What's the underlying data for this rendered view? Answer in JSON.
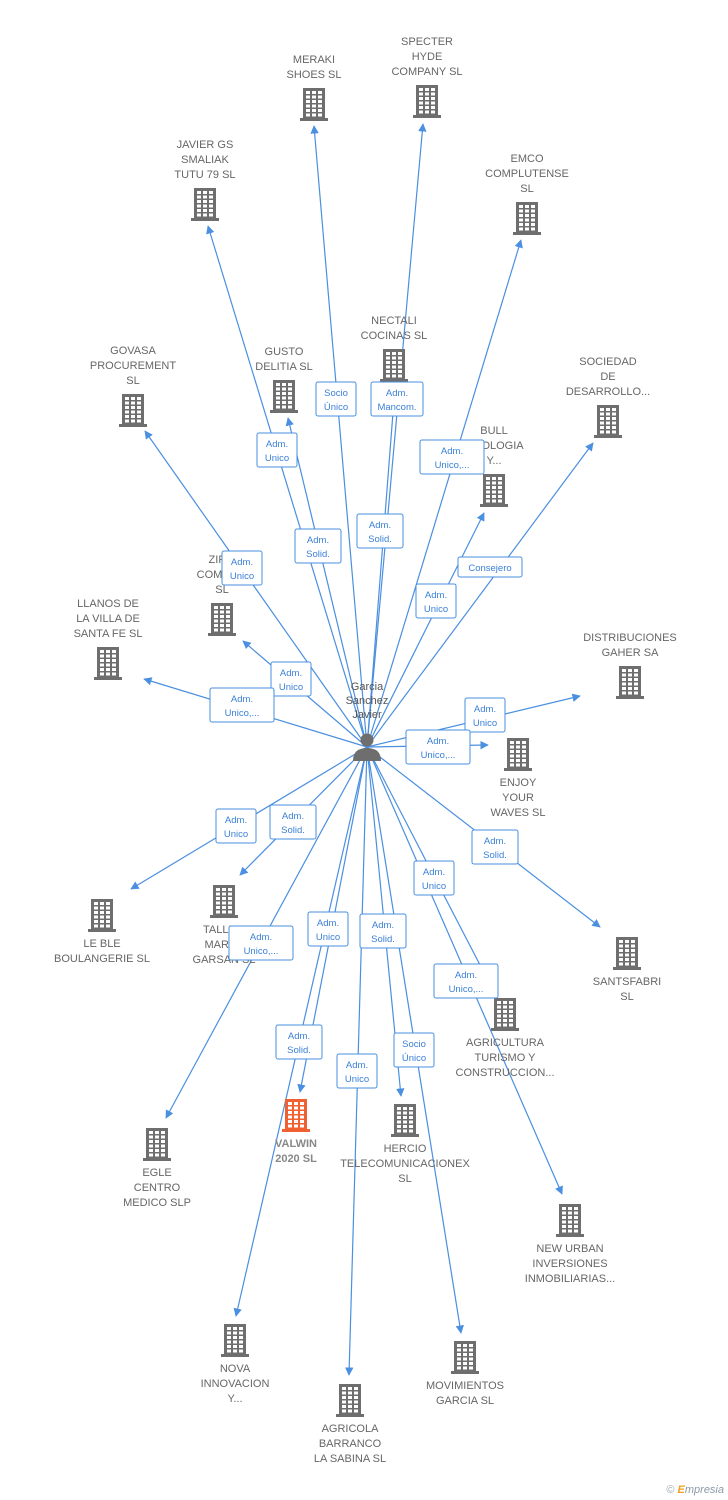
{
  "person": {
    "label": [
      "Garcia",
      "Sanchez",
      "Javier"
    ]
  },
  "companies": [
    {
      "id": "meraki",
      "label": [
        "MERAKI",
        "SHOES  SL"
      ]
    },
    {
      "id": "specter",
      "label": [
        "SPECTER",
        "HYDE",
        "COMPANY  SL"
      ]
    },
    {
      "id": "javiergs",
      "label": [
        "JAVIER GS",
        "SMALIAK",
        "TUTU 79  SL"
      ]
    },
    {
      "id": "emco",
      "label": [
        "EMCO",
        "COMPLUTENSE",
        "SL"
      ]
    },
    {
      "id": "nectali",
      "label": [
        "NECTALI",
        "COCINAS  SL"
      ]
    },
    {
      "id": "govasa",
      "label": [
        "GOVASA",
        "PROCUREMENT",
        "SL"
      ]
    },
    {
      "id": "gusto",
      "label": [
        "GUSTO",
        "DELITIA  SL"
      ]
    },
    {
      "id": "sociedad",
      "label": [
        "SOCIEDAD",
        "DE",
        "DESARROLLO..."
      ]
    },
    {
      "id": "bull",
      "label": [
        "BULL",
        "...NOLOGIA",
        "Y..."
      ]
    },
    {
      "id": "zir",
      "label": [
        "ZIR...",
        "COMPO...",
        "SL"
      ]
    },
    {
      "id": "llanos",
      "label": [
        "LLANOS DE",
        "LA VILLA DE",
        "SANTA FE  SL"
      ]
    },
    {
      "id": "distribuciones",
      "label": [
        "DISTRIBUCIONES",
        "GAHER SA"
      ]
    },
    {
      "id": "enjoy",
      "label": [
        "ENJOY",
        "YOUR",
        "WAVES  SL"
      ]
    },
    {
      "id": "leble",
      "label": [
        "LE BLE",
        "BOULANGERIE SL"
      ]
    },
    {
      "id": "taller",
      "label": [
        "TALLE...",
        "MARJ...",
        "GARSAN  SL"
      ]
    },
    {
      "id": "santsfabri",
      "label": [
        "SANTSFABRI",
        "SL"
      ]
    },
    {
      "id": "agricultura",
      "label": [
        "AGRICULTURA",
        "TURISMO Y",
        "CONSTRUCCION..."
      ]
    },
    {
      "id": "valwin",
      "label": [
        "VALWIN",
        "2020  SL"
      ],
      "highlight": true
    },
    {
      "id": "hercio",
      "label": [
        "HERCIO",
        "TELECOMUNICACIONEX",
        "SL"
      ]
    },
    {
      "id": "egle",
      "label": [
        "EGLE",
        "CENTRO",
        "MEDICO  SLP"
      ]
    },
    {
      "id": "newurban",
      "label": [
        "NEW URBAN",
        "INVERSIONES",
        "INMOBILIARIAS..."
      ]
    },
    {
      "id": "nova",
      "label": [
        "NOVA",
        "INNOVACION",
        "Y..."
      ]
    },
    {
      "id": "movimientos",
      "label": [
        "MOVIMIENTOS",
        "GARCIA SL"
      ]
    },
    {
      "id": "agricola",
      "label": [
        "AGRICOLA",
        "BARRANCO",
        "LA SABINA  SL"
      ]
    }
  ],
  "edges": [
    {
      "target": "meraki",
      "role": [
        "Socio",
        "Único"
      ]
    },
    {
      "target": "specter",
      "role": [
        "Adm.",
        "Mancom."
      ]
    },
    {
      "target": "javiergs",
      "role": [
        "Adm.",
        "Unico"
      ]
    },
    {
      "target": "emco",
      "role": [
        "Adm.",
        "Unico,..."
      ]
    },
    {
      "target": "nectali",
      "role": [
        "Adm.",
        "Solid."
      ]
    },
    {
      "target": "gusto",
      "role": [
        "Adm.",
        "Solid."
      ]
    },
    {
      "target": "govasa",
      "role": [
        "Adm.",
        "Unico"
      ]
    },
    {
      "target": "bull",
      "role": [
        "Adm.",
        "Unico"
      ]
    },
    {
      "target": "sociedad",
      "role": [
        "Consejero"
      ]
    },
    {
      "target": "zir",
      "role": [
        "Adm.",
        "Unico"
      ]
    },
    {
      "target": "llanos",
      "role": [
        "Adm.",
        "Unico,..."
      ]
    },
    {
      "target": "distribuciones",
      "role": [
        "Adm.",
        "Unico"
      ]
    },
    {
      "target": "enjoy",
      "role": [
        "Adm.",
        "Unico,..."
      ]
    },
    {
      "target": "santsfabri",
      "role": [
        "Adm.",
        "Solid."
      ]
    },
    {
      "target": "leble",
      "role": [
        "Adm.",
        "Unico"
      ]
    },
    {
      "target": "taller",
      "role": [
        "Adm.",
        "Solid."
      ]
    },
    {
      "target": "egle",
      "role": [
        "Adm.",
        "Unico,..."
      ]
    },
    {
      "target": "valwin",
      "role": [
        "Adm.",
        "Unico"
      ]
    },
    {
      "target": "hercio",
      "role": [
        "Adm.",
        "Solid."
      ]
    },
    {
      "target": "agricultura",
      "role": [
        "Adm.",
        "Unico"
      ]
    },
    {
      "target": "newurban",
      "role": [
        "Adm.",
        "Unico,..."
      ]
    },
    {
      "target": "nova",
      "role": [
        "Adm.",
        "Solid."
      ]
    },
    {
      "target": "agricola",
      "role": [
        "Adm.",
        "Unico"
      ]
    },
    {
      "target": "movimientos",
      "role": [
        "Socio",
        "Único"
      ]
    }
  ],
  "footer": {
    "copyright": "©",
    "brand_initial": "E",
    "brand_rest": "mpresia"
  },
  "colors": {
    "edge": "#4a8fe0",
    "building": "#6e6e6e",
    "highlight": "#f06030",
    "person": "#6e6e6e"
  }
}
